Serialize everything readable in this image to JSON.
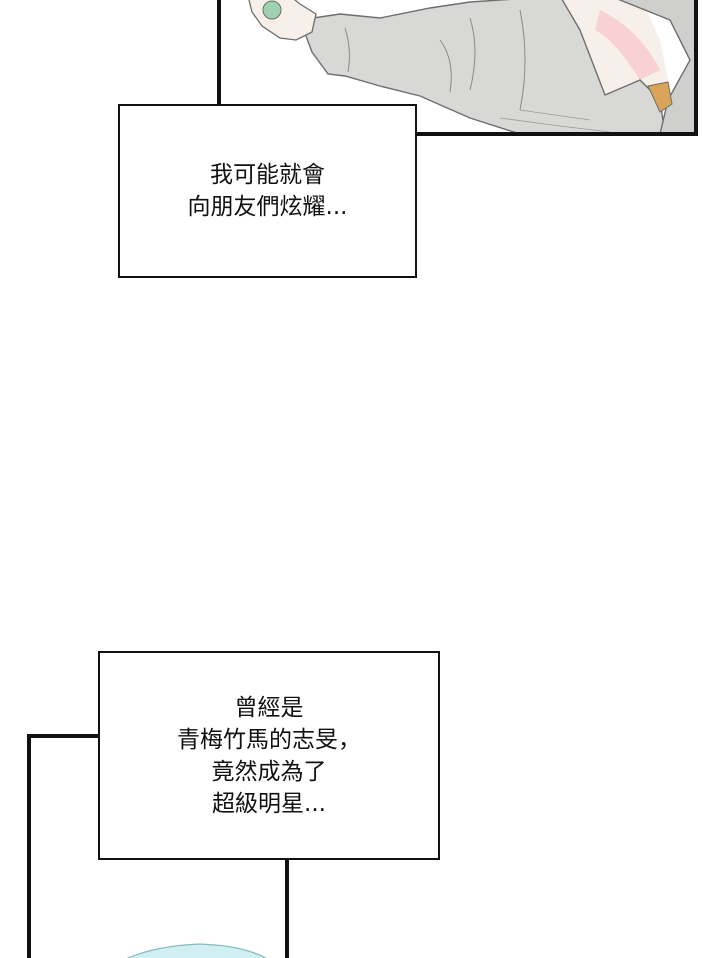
{
  "captions": {
    "top": {
      "lines": [
        "我可能就會",
        "向朋友們炫耀..."
      ]
    },
    "bottom": {
      "lines": [
        "曾經是",
        "青梅竹馬的志旻，",
        "竟然成為了",
        "超級明星..."
      ]
    }
  },
  "colors": {
    "ink": "#111111",
    "page": "#ffffff",
    "hoodie": "#d8d8d6",
    "skin": "#f7efe9",
    "blush": "#f7c9cf",
    "lining": "#d9a45a",
    "ball": "#9ed1b0",
    "hair_tint": "#cfeff3"
  }
}
